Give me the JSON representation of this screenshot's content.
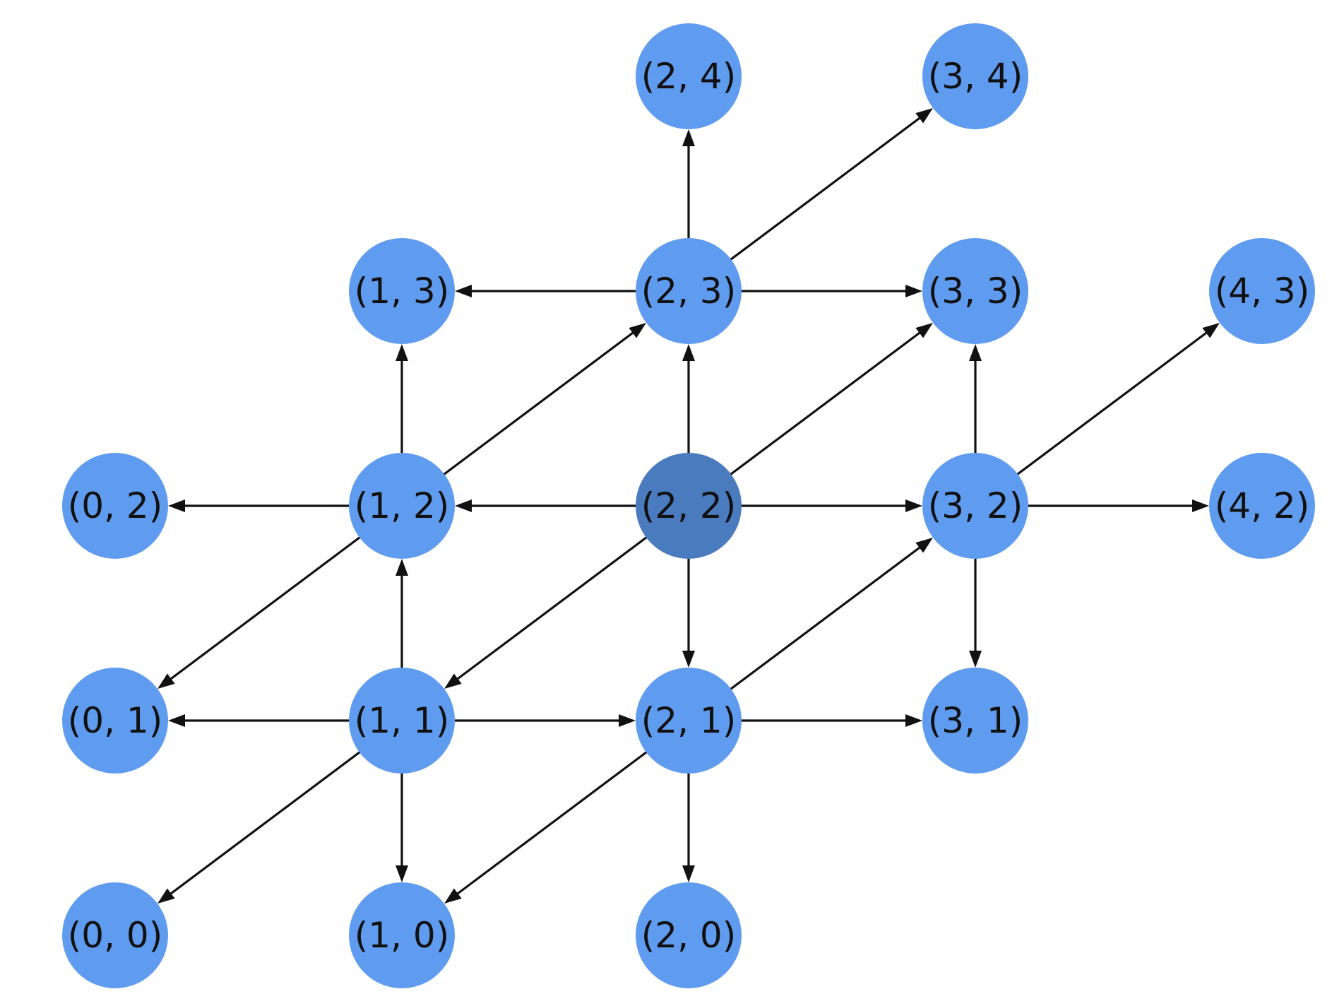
{
  "diagram": {
    "colors": {
      "node": "#5f9cf0",
      "highlight": "#4a7bbf",
      "edge": "#111111",
      "label": "#111111",
      "background": "#ffffff"
    },
    "highlighted": "2,2",
    "nodes": [
      {
        "id": "0,0",
        "label": "(0, 0)"
      },
      {
        "id": "1,0",
        "label": "(1, 0)"
      },
      {
        "id": "2,0",
        "label": "(2, 0)"
      },
      {
        "id": "0,1",
        "label": "(0, 1)"
      },
      {
        "id": "1,1",
        "label": "(1, 1)"
      },
      {
        "id": "2,1",
        "label": "(2, 1)"
      },
      {
        "id": "3,1",
        "label": "(3, 1)"
      },
      {
        "id": "0,2",
        "label": "(0, 2)"
      },
      {
        "id": "1,2",
        "label": "(1, 2)"
      },
      {
        "id": "2,2",
        "label": "(2, 2)"
      },
      {
        "id": "3,2",
        "label": "(3, 2)"
      },
      {
        "id": "4,2",
        "label": "(4, 2)"
      },
      {
        "id": "1,3",
        "label": "(1, 3)"
      },
      {
        "id": "2,3",
        "label": "(2, 3)"
      },
      {
        "id": "3,3",
        "label": "(3, 3)"
      },
      {
        "id": "4,3",
        "label": "(4, 3)"
      },
      {
        "id": "2,4",
        "label": "(2, 4)"
      },
      {
        "id": "3,4",
        "label": "(3, 4)"
      }
    ],
    "edges": [
      {
        "from": "2,2",
        "to": "1,2"
      },
      {
        "from": "2,2",
        "to": "3,2"
      },
      {
        "from": "2,2",
        "to": "2,3"
      },
      {
        "from": "2,2",
        "to": "2,1"
      },
      {
        "from": "2,2",
        "to": "3,3"
      },
      {
        "from": "2,2",
        "to": "1,1"
      },
      {
        "from": "1,2",
        "to": "0,2"
      },
      {
        "from": "1,2",
        "to": "1,3"
      },
      {
        "from": "1,2",
        "to": "2,3"
      },
      {
        "from": "1,2",
        "to": "0,1"
      },
      {
        "from": "3,2",
        "to": "4,2"
      },
      {
        "from": "3,2",
        "to": "3,3"
      },
      {
        "from": "3,2",
        "to": "4,3"
      },
      {
        "from": "3,2",
        "to": "3,1"
      },
      {
        "from": "2,3",
        "to": "1,3"
      },
      {
        "from": "2,3",
        "to": "3,3"
      },
      {
        "from": "2,3",
        "to": "2,4"
      },
      {
        "from": "2,3",
        "to": "3,4"
      },
      {
        "from": "2,1",
        "to": "3,1"
      },
      {
        "from": "2,1",
        "to": "2,0"
      },
      {
        "from": "2,1",
        "to": "3,2"
      },
      {
        "from": "2,1",
        "to": "1,0"
      },
      {
        "from": "1,1",
        "to": "0,1"
      },
      {
        "from": "1,1",
        "to": "2,1"
      },
      {
        "from": "1,1",
        "to": "1,2"
      },
      {
        "from": "1,1",
        "to": "1,0"
      },
      {
        "from": "1,1",
        "to": "0,0"
      }
    ]
  }
}
